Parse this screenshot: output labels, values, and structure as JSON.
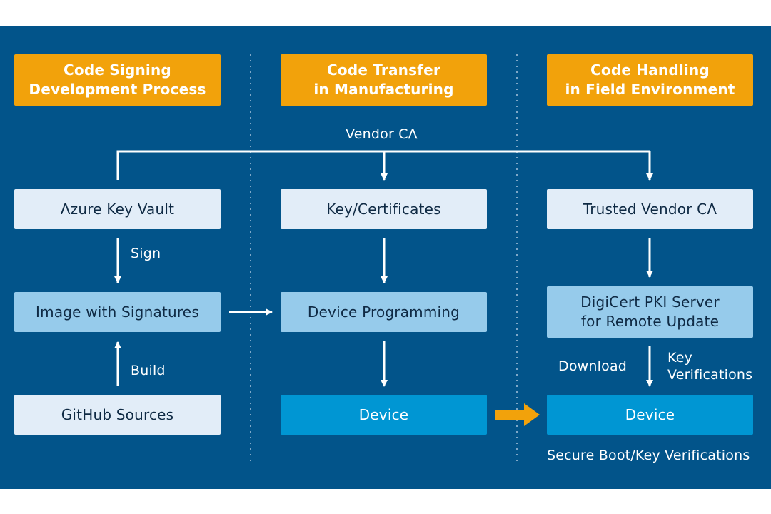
{
  "headers": {
    "col1": "Code Signing\nDevelopment Process",
    "col2": "Code Transfer\nin Manufacturing",
    "col3": "Code Handling\nin Field Environment"
  },
  "labels": {
    "vendor_ca": "Vendor CΛ",
    "sign": "Sign",
    "build": "Build",
    "download": "Download",
    "key_verifications": "Key\nVerifications",
    "secure_boot": "Secure Boot/Key Verifications"
  },
  "nodes": {
    "azure_key_vault": "Λzure Key Vault",
    "image_with_signatures": "Image with Signatures",
    "github_sources": "GitHub Sources",
    "key_certificates": "Key/Certificates",
    "device_programming": "Device Programming",
    "device_manufacturing": "Device",
    "trusted_vendor_ca": "Trusted Vendor CΛ",
    "digicert_pki_server": "DigiCert PKI Server\nfor Remote Update",
    "device_field": "Device"
  },
  "colors": {
    "background": "#02548a",
    "header": "#f2a20b",
    "node_light": "#e2edf8",
    "node_mid": "#96cbeb",
    "device": "#0096d3",
    "transfer_arrow": "#f2a20b"
  }
}
